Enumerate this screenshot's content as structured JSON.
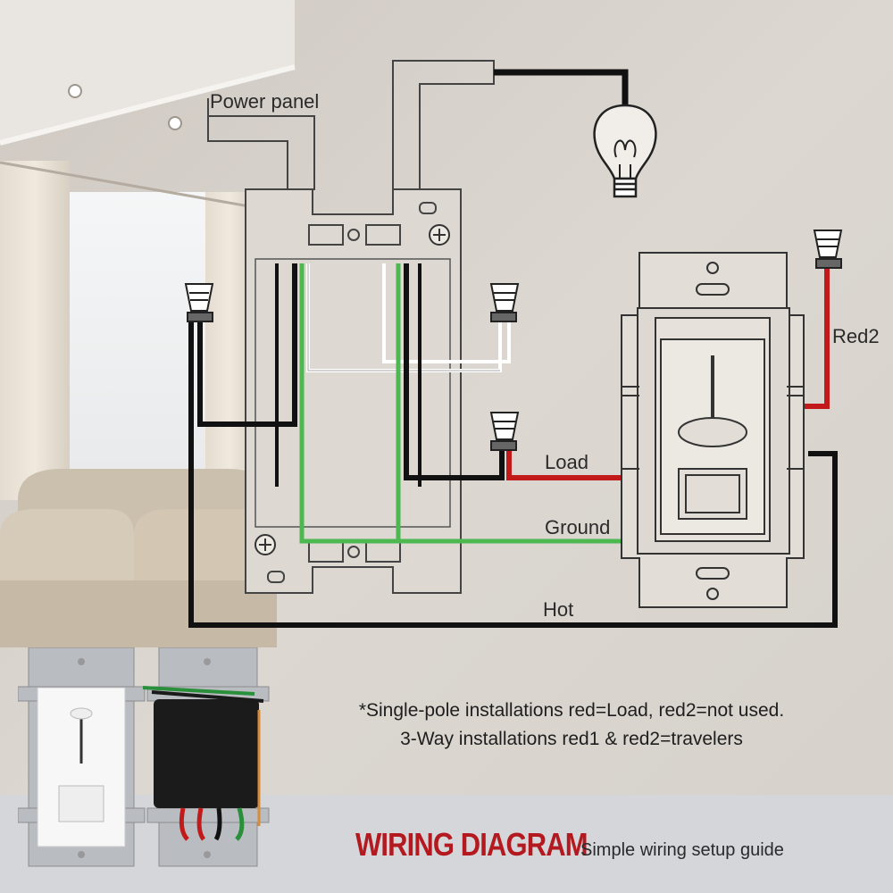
{
  "labels": {
    "power_panel": "Power panel",
    "red2": "Red2",
    "load": "Load",
    "ground": "Ground",
    "hot": "Hot"
  },
  "note": {
    "line1": "*Single-pole installations red=Load, red2=not used.",
    "line2": "3-Way installations red1 & red2=travelers"
  },
  "footer": {
    "title": "WIRING DIAGRAM",
    "subtitle": "Simple wiring setup guide"
  },
  "colors": {
    "hot_wire": "#111111",
    "load_wire": "#c21a1a",
    "ground_wire": "#4cb84f",
    "neutral_wire": "#ffffff",
    "title_red": "#b3191f"
  }
}
